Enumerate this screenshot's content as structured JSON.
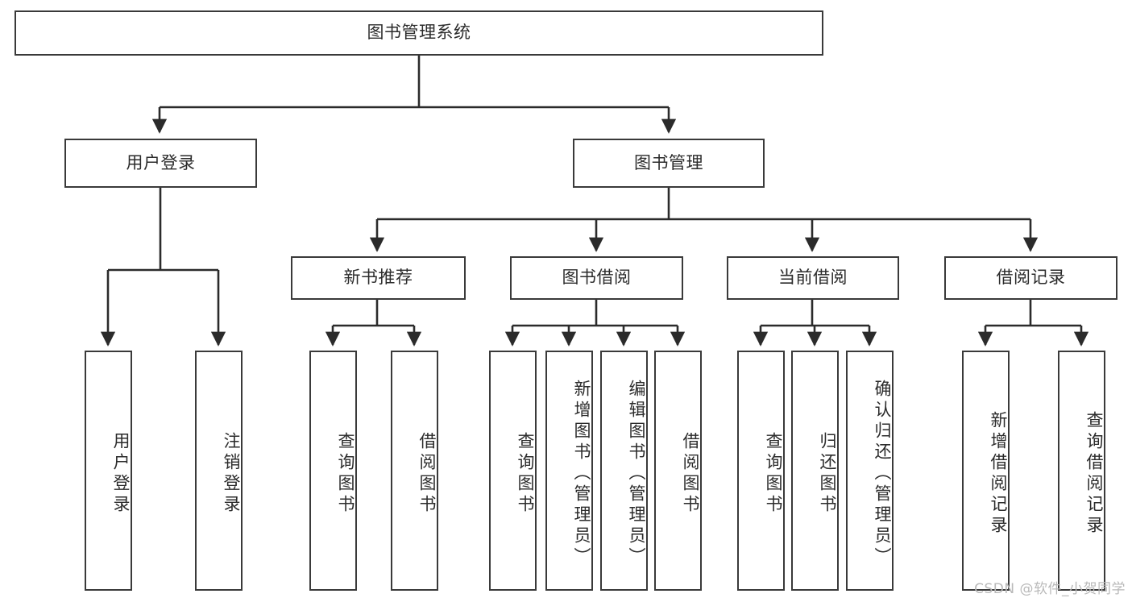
{
  "diagram": {
    "type": "tree",
    "title": "图书管理系统",
    "watermark": "CSDN @软件_小贺同学",
    "colors": {
      "box_border": "#3a3a3a",
      "box_fill": "#ffffff",
      "connector": "#2b2b2b",
      "text": "#2b2b2b",
      "watermark": "#b9b9b9"
    },
    "levels": {
      "root": {
        "label": "图书管理系统"
      },
      "level2": [
        {
          "label": "用户登录"
        },
        {
          "label": "图书管理"
        }
      ],
      "level3": [
        {
          "label": "新书推荐"
        },
        {
          "label": "图书借阅"
        },
        {
          "label": "当前借阅"
        },
        {
          "label": "借阅记录"
        }
      ],
      "leaves": [
        {
          "label": "用户登录",
          "parent": "用户登录"
        },
        {
          "label": "注销登录",
          "parent": "用户登录"
        },
        {
          "label": "查询图书",
          "parent": "新书推荐"
        },
        {
          "label": "借阅图书",
          "parent": "新书推荐"
        },
        {
          "label": "查询图书",
          "parent": "图书借阅"
        },
        {
          "label": "新增图书（管理员）",
          "parent": "图书借阅"
        },
        {
          "label": "编辑图书（管理员）",
          "parent": "图书借阅"
        },
        {
          "label": "借阅图书",
          "parent": "图书借阅"
        },
        {
          "label": "查询图书",
          "parent": "当前借阅"
        },
        {
          "label": "归还图书",
          "parent": "当前借阅"
        },
        {
          "label": "确认归还（管理员）",
          "parent": "当前借阅"
        },
        {
          "label": "新增借阅记录",
          "parent": "借阅记录"
        },
        {
          "label": "查询借阅记录",
          "parent": "借阅记录"
        }
      ]
    }
  }
}
